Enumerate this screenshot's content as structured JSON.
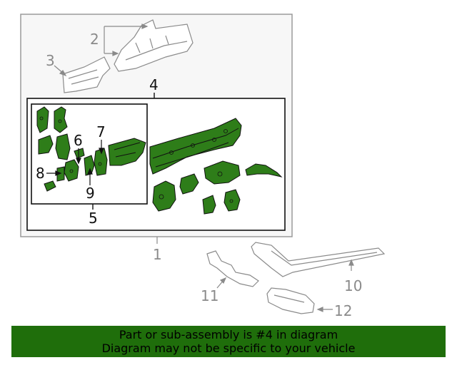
{
  "colors": {
    "part_fill": "#2e7d19",
    "part_stroke": "#111111",
    "grey_stroke": "#8a8a8a",
    "panel_bg": "#f7f7f7",
    "banner_bg": "#1f6e0b",
    "dark_label": "#111111",
    "grey_label": "#8a8a8a"
  },
  "callouts": {
    "c1": "1",
    "c2": "2",
    "c3": "3",
    "c4": "4",
    "c5": "5",
    "c6": "6",
    "c7": "7",
    "c8": "8",
    "c9": "9",
    "c10": "10",
    "c11": "11",
    "c12": "12"
  },
  "banner": {
    "line1": "Part or sub-assembly is #4 in diagram",
    "line2": "Diagram may not be specific to your vehicle"
  }
}
